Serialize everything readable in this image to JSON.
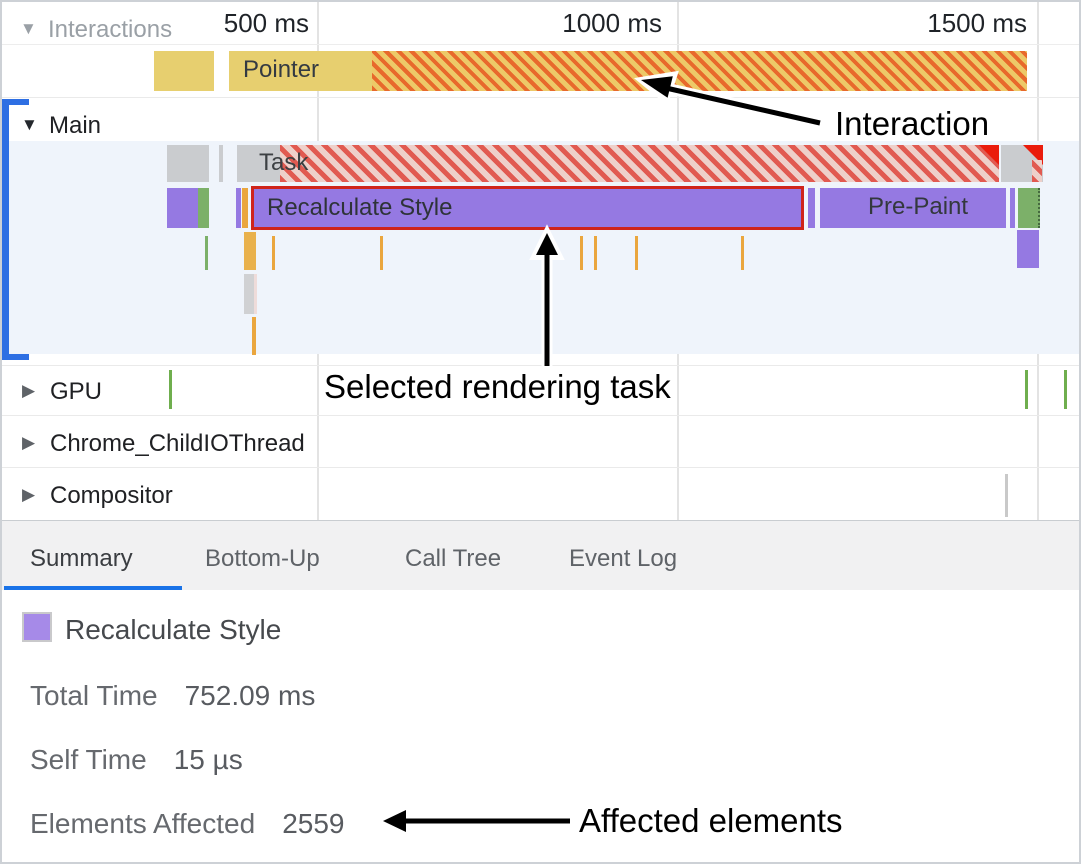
{
  "ruler": {
    "ticks": [
      "500 ms",
      "1000 ms",
      "1500 ms"
    ]
  },
  "icons": {
    "caret_down": "▼",
    "caret_right": "▶"
  },
  "tracks": {
    "interactions": {
      "label": "Interactions",
      "pointer_label": "Pointer"
    },
    "main": {
      "label": "Main",
      "task_label": "Task",
      "selected_task_label": "Recalculate Style",
      "prepaint_label": "Pre-Paint"
    },
    "gpu": {
      "label": "GPU"
    },
    "io": {
      "label": "Chrome_ChildIOThread"
    },
    "compositor": {
      "label": "Compositor"
    }
  },
  "annotations": {
    "interaction": "Interaction",
    "selected_task": "Selected rendering task",
    "affected_elements": "Affected elements"
  },
  "tabs": [
    {
      "label": "Summary",
      "active": true
    },
    {
      "label": "Bottom-Up",
      "active": false
    },
    {
      "label": "Call Tree",
      "active": false
    },
    {
      "label": "Event Log",
      "active": false
    }
  ],
  "summary": {
    "title": "Recalculate Style",
    "rows": [
      {
        "label": "Total Time",
        "value": "752.09 ms"
      },
      {
        "label": "Self Time",
        "value": "15 µs"
      },
      {
        "label": "Elements Affected",
        "value": "2559"
      }
    ]
  },
  "colors": {
    "interaction_yellow": "#e7cf6f",
    "interaction_stripe_orange": "#e8692c",
    "task_gray": "#cacccf",
    "task_hatch_red": "#e15a51",
    "style_purple": "#9579e2",
    "paint_green": "#7cb069",
    "selection_red": "#cf241b",
    "long_task_red": "#ea1c0c",
    "selected_track_blue": "#2e6fe3",
    "tab_accent_blue": "#1a73e8",
    "main_track_bg": "#eff4fb"
  }
}
